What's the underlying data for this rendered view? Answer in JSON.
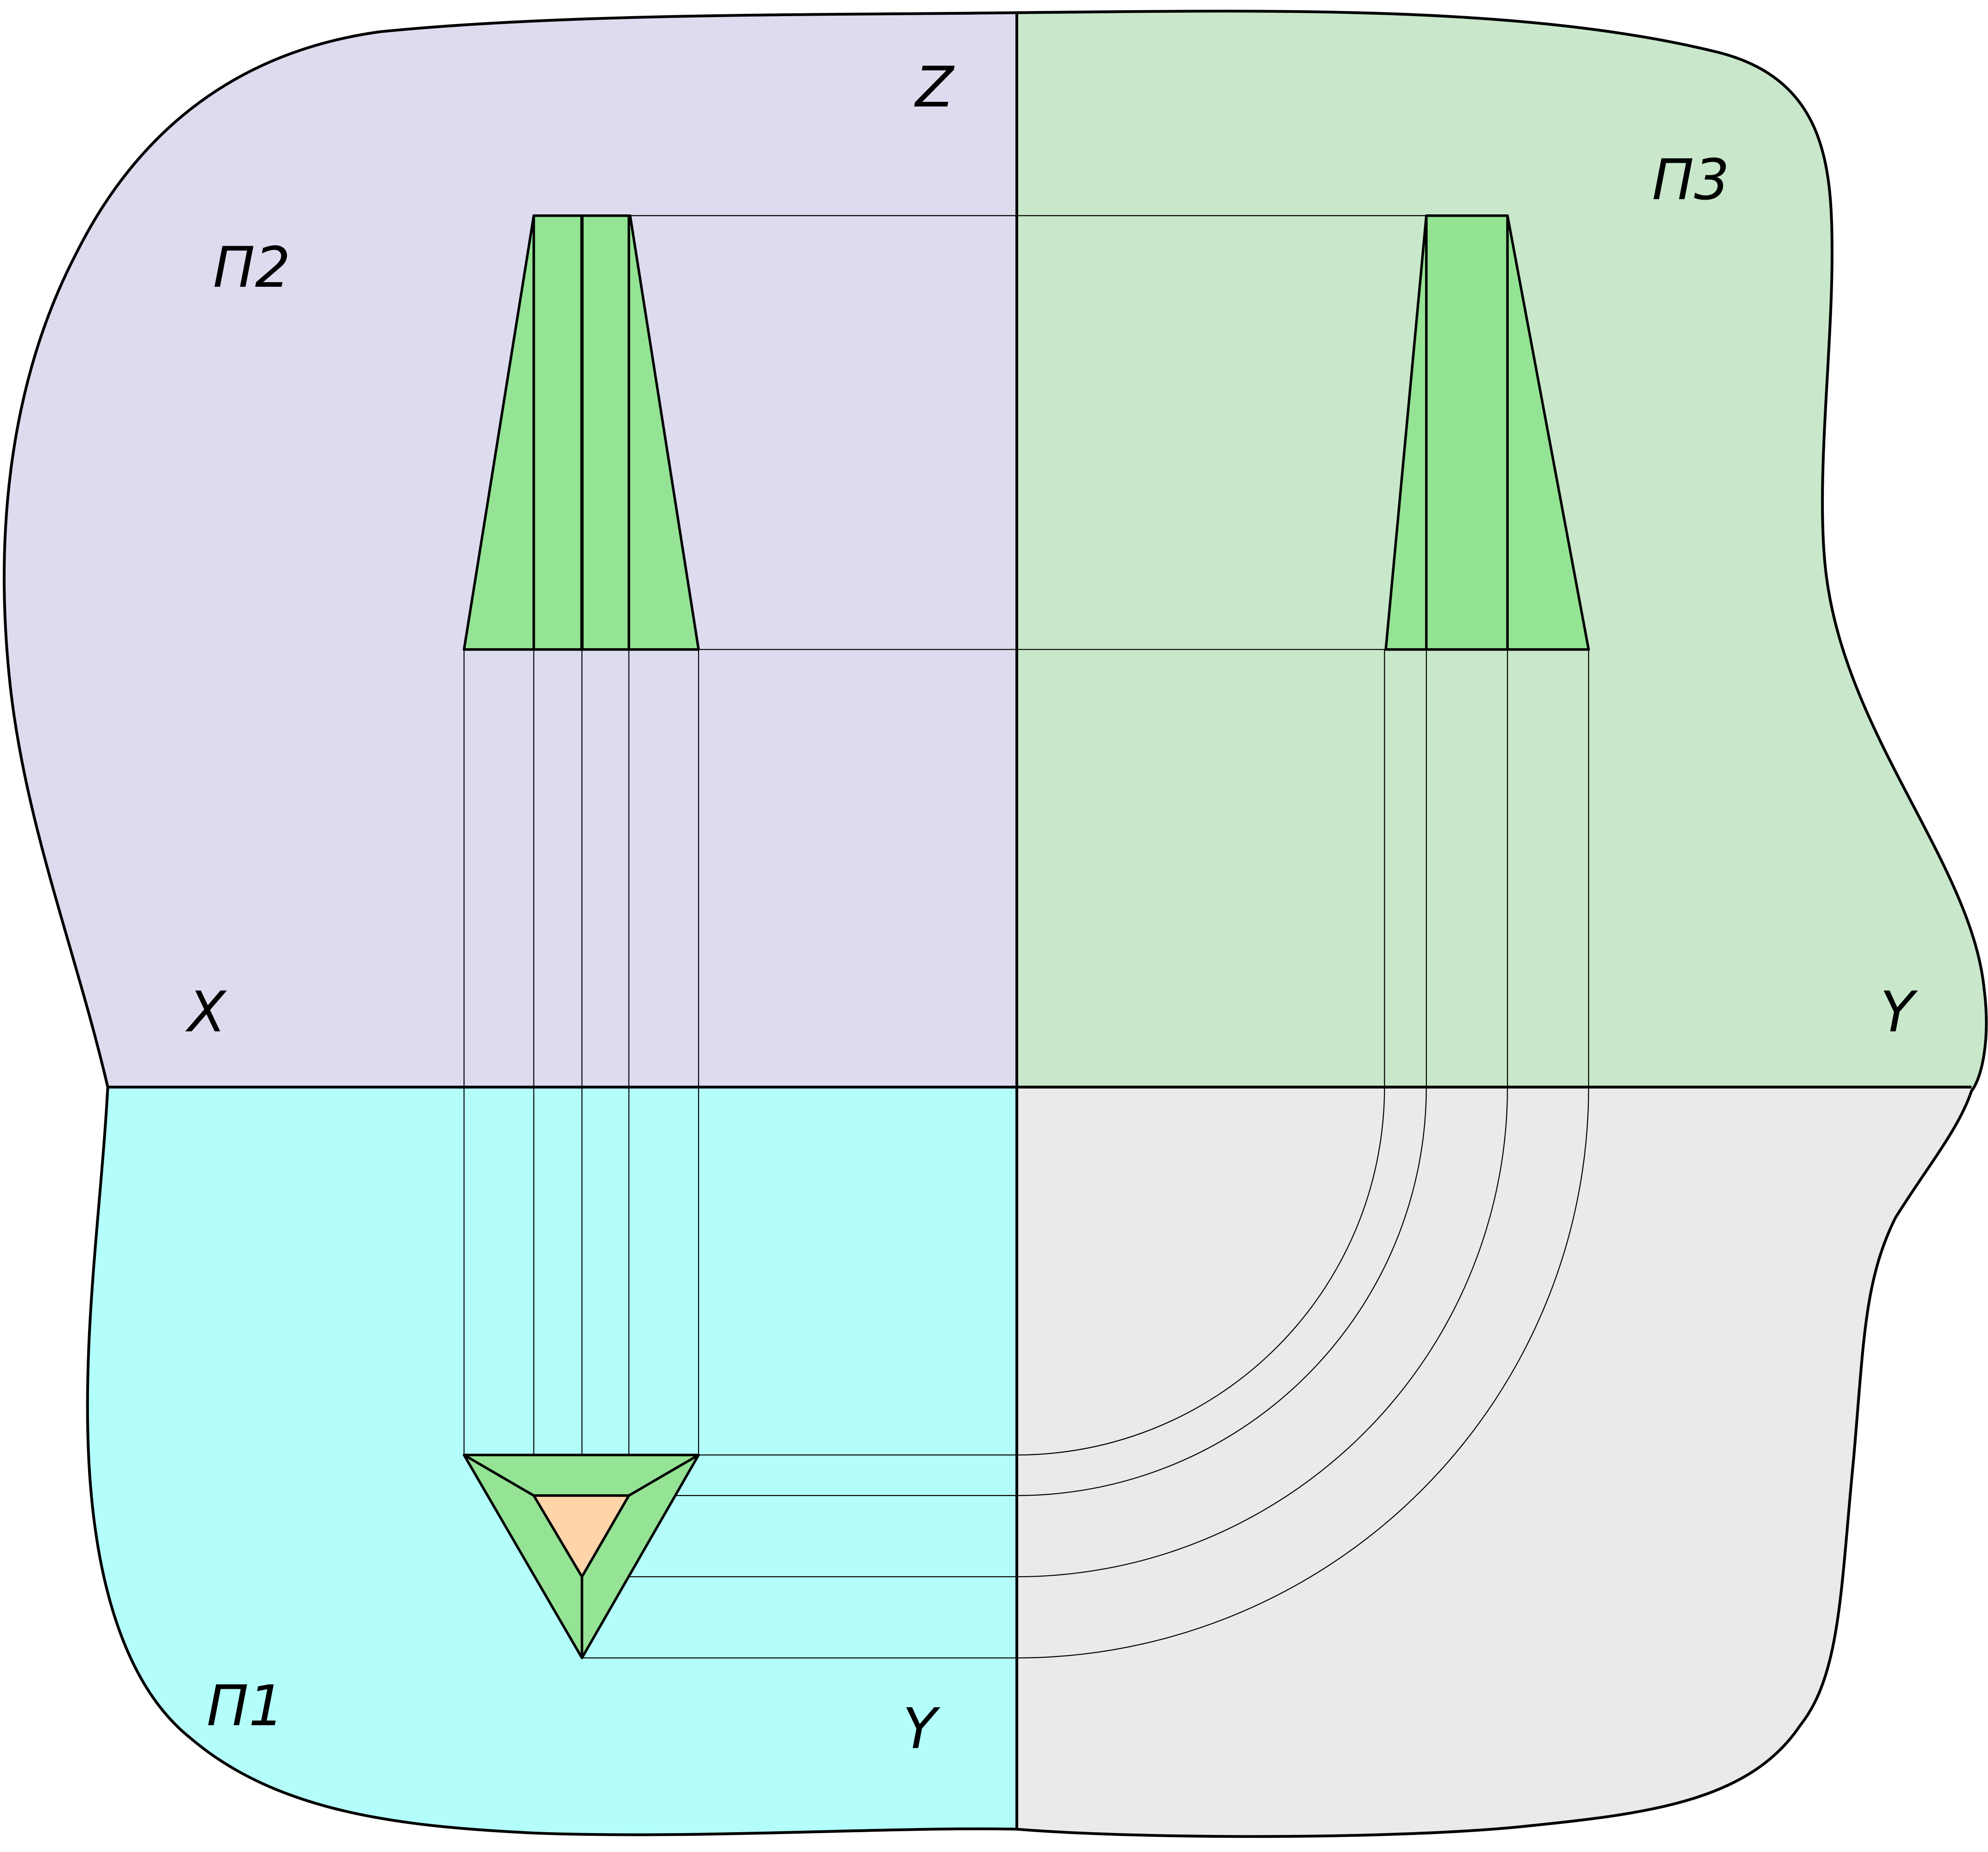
{
  "title": "",
  "labels": {
    "plane_frontal": "П2",
    "plane_profile": "П3",
    "plane_horizontal": "П1",
    "axis_z": "Z",
    "axis_x": "X",
    "axis_y_right": "Y",
    "axis_y_bottom": "Y"
  },
  "colors": {
    "frontal_plane": "#dddcef",
    "profile_plane": "#c9e8cb",
    "horizontal_plane": "#b3fefb",
    "fourth_quadrant": "#eaeaea",
    "object_face": "#95e394",
    "object_face_dark": "#93e392",
    "top_face": "#fed5a8",
    "outline": "#000000"
  }
}
